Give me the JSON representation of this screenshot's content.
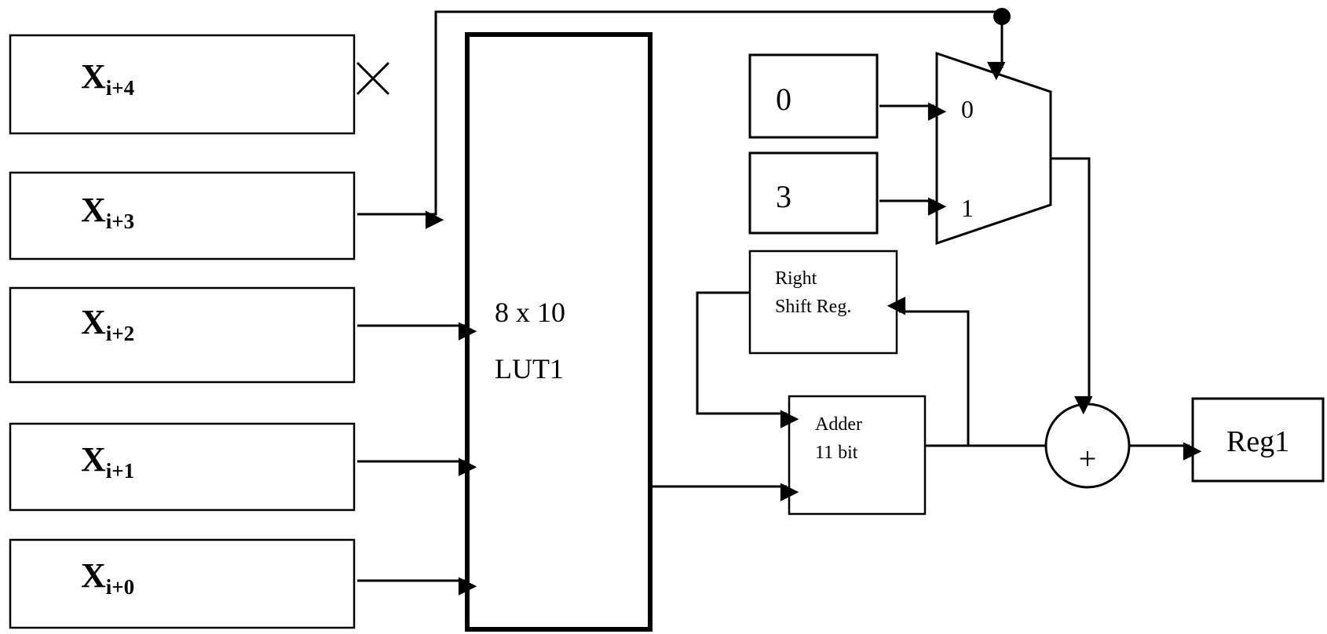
{
  "inputs": [
    {
      "base": "X",
      "sub": "i+4"
    },
    {
      "base": "X",
      "sub": "i+3"
    },
    {
      "base": "X",
      "sub": "i+2"
    },
    {
      "base": "X",
      "sub": "i+1"
    },
    {
      "base": "X",
      "sub": "i+0"
    }
  ],
  "lut": {
    "line1": "8 x 10",
    "line2": "LUT1"
  },
  "constants": {
    "zero": "0",
    "three": "3"
  },
  "mux": {
    "in0": "0",
    "in1": "1"
  },
  "shift_reg": {
    "line1": "Right",
    "line2": "Shift Reg."
  },
  "adder": {
    "line1": "Adder",
    "line2": "11 bit"
  },
  "sum": {
    "symbol": "+"
  },
  "output_reg": {
    "label": "Reg1"
  },
  "colors": {
    "stroke": "#000000",
    "background": "#ffffff"
  }
}
